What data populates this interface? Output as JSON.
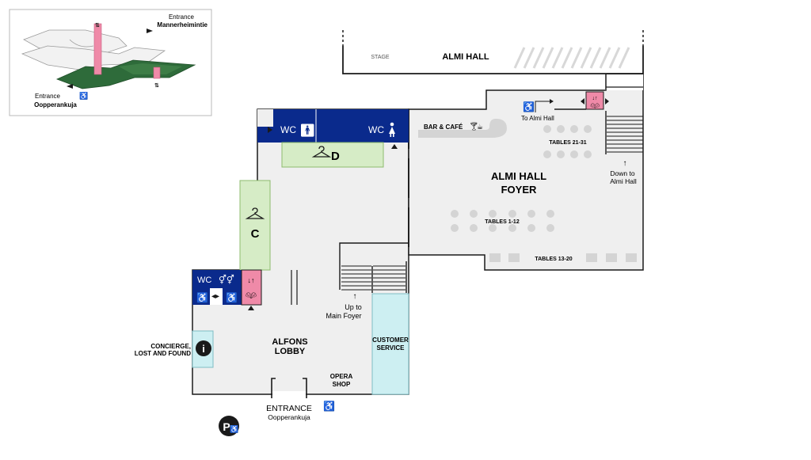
{
  "inset": {
    "entrance_top_line1": "Entrance",
    "entrance_top_line2": "Mannerheimintie",
    "entrance_bottom_line1": "Entrance",
    "entrance_bottom_line2": "Oopperankuja"
  },
  "almi_hall": {
    "stage": "STAGE",
    "title": "ALMI HALL"
  },
  "foyer": {
    "title_line1": "ALMI HALL",
    "title_line2": "FOYER",
    "bar": "BAR & CAFÉ",
    "to_almi": "To Almi Hall",
    "tables_a": "TABLES 21-31",
    "tables_b": "TABLES 1-12",
    "tables_c": "TABLES 13-20",
    "down_line1": "Down to",
    "down_line2": "Almi Hall"
  },
  "upper_wc": {
    "men": "WC",
    "women": "WC"
  },
  "cloakrooms": {
    "d": "D",
    "c": "C"
  },
  "lobby": {
    "wc": "WC",
    "title_line1": "ALFONS",
    "title_line2": "LOBBY",
    "concierge_line1": "CONCIERGE,",
    "concierge_line2": "LOST AND FOUND",
    "info": "i",
    "up_line1": "Up to",
    "up_line2": "Main Foyer",
    "service_line1": "CUSTOMER",
    "service_line2": "SERVICE",
    "shop_line1": "OPERA",
    "shop_line2": "SHOP",
    "entrance_line1": "ENTRANCE",
    "entrance_line2": "Oopperankuja",
    "parking": "P"
  },
  "colors": {
    "floor": "#efefef",
    "wall": "#1a1a1a",
    "wc_blue": "#0a2a8c",
    "cloak_green": "#d6ecc6",
    "cloak_border": "#8dbb6d",
    "lift_pink": "#ef8aa8",
    "service_cyan": "#cdeff2",
    "inset_green": "#2e6b3a"
  }
}
